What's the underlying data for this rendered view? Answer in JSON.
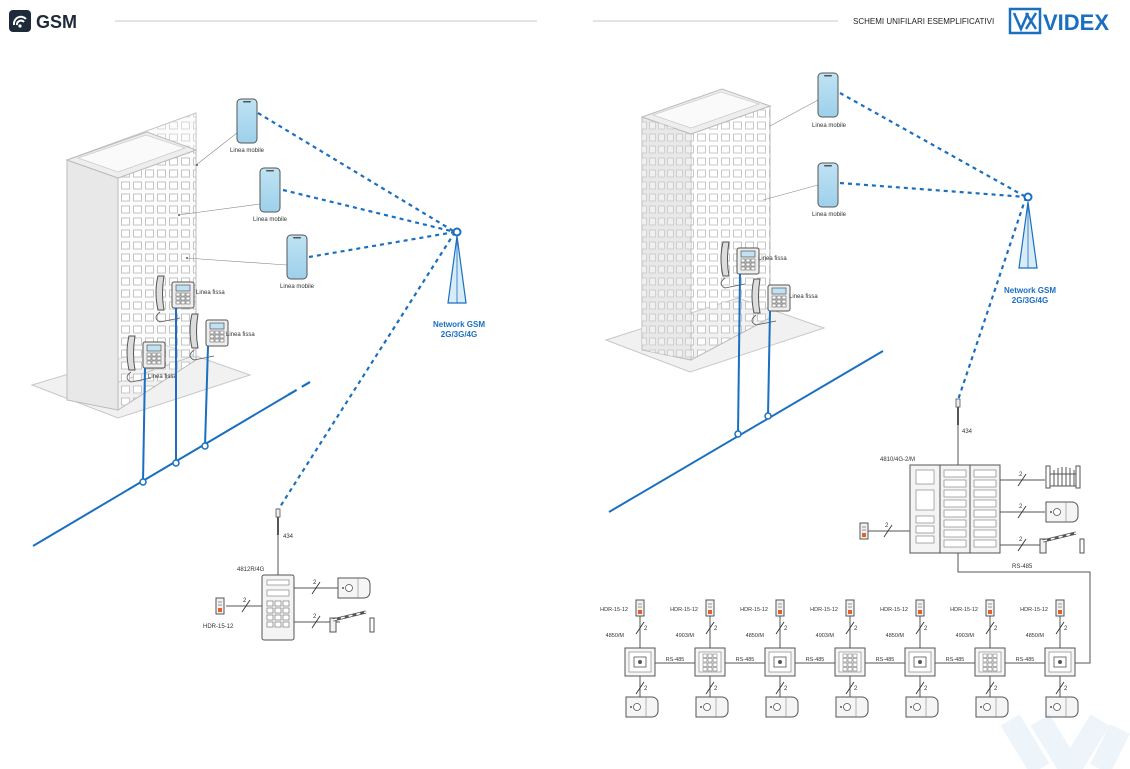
{
  "header": {
    "logo_left": "GSM",
    "section_title": "SCHEMI UNIFILARI ESEMPLIFICATIVI",
    "brand": "VIDEX"
  },
  "colors": {
    "blue": "#1a6fc1",
    "line": "#1a6fc1",
    "grey": "#555555"
  },
  "left": {
    "phones": [
      "Linea mobile",
      "Linea mobile",
      "Linea mobile"
    ],
    "landlines": [
      "Linea fissa",
      "Linea fissa",
      "Linea fissa"
    ],
    "network_line1": "Network GSM",
    "network_line2": "2G/3G/4G",
    "antenna_label": "434",
    "panel_label": "4812R/4G",
    "psu_label": "HDR-15-12",
    "wire_count": "2"
  },
  "right": {
    "phones": [
      "Linea mobile",
      "Linea mobile"
    ],
    "landlines": [
      "Linea fissa",
      "Linea fissa"
    ],
    "network_line1": "Network GSM",
    "network_line2": "2G/3G/4G",
    "antenna_label": "434",
    "panel_label": "4810/4G-2/M",
    "bus_label": "RS-485",
    "wire_count": "2",
    "modules": [
      {
        "psu": "HDR-15-12",
        "code": "4850/M",
        "kind": "cam"
      },
      {
        "psu": "HDR-15-12",
        "code": "4903/M",
        "kind": "keypad"
      },
      {
        "psu": "HDR-15-12",
        "code": "4850/M",
        "kind": "cam"
      },
      {
        "psu": "HDR-15-12",
        "code": "4903/M",
        "kind": "keypad"
      },
      {
        "psu": "HDR-15-12",
        "code": "4850/M",
        "kind": "cam"
      },
      {
        "psu": "HDR-15-12",
        "code": "4903/M",
        "kind": "keypad"
      },
      {
        "psu": "HDR-15-12",
        "code": "4850/M",
        "kind": "cam"
      }
    ]
  }
}
